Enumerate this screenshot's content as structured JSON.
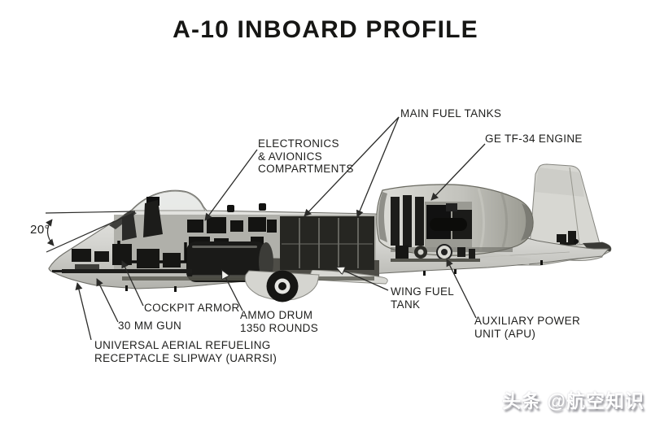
{
  "title": "A-10 INBOARD PROFILE",
  "angle_annotation": {
    "label": "20°"
  },
  "callouts": {
    "main_fuel_tanks": {
      "lines": [
        "MAIN FUEL TANKS"
      ]
    },
    "engine": {
      "lines": [
        "GE TF-34 ENGINE"
      ]
    },
    "electronics": {
      "lines": [
        "ELECTRONICS",
        "& AVIONICS",
        "COMPARTMENTS"
      ]
    },
    "wing_fuel_tank": {
      "lines": [
        "WING FUEL",
        "TANK"
      ]
    },
    "apu": {
      "lines": [
        "AUXILIARY POWER",
        "UNIT (APU)"
      ]
    },
    "ammo_drum": {
      "lines": [
        "AMMO DRUM",
        "1350 ROUNDS"
      ]
    },
    "cockpit_armor": {
      "lines": [
        "COCKPIT ARMOR"
      ]
    },
    "gun": {
      "lines": [
        "30 MM GUN"
      ]
    },
    "uarrsi": {
      "lines": [
        "UNIVERSAL AERIAL REFUELING",
        "RECEPTACLE SLIPWAY (UARRSI)"
      ]
    }
  },
  "watermark": {
    "text": "头条 @航空知识"
  },
  "colors": {
    "ink": "#1f1f1d",
    "paper": "#ffffff",
    "airframe_light": "#dedddb",
    "airframe_dark": "#1a1a18"
  }
}
